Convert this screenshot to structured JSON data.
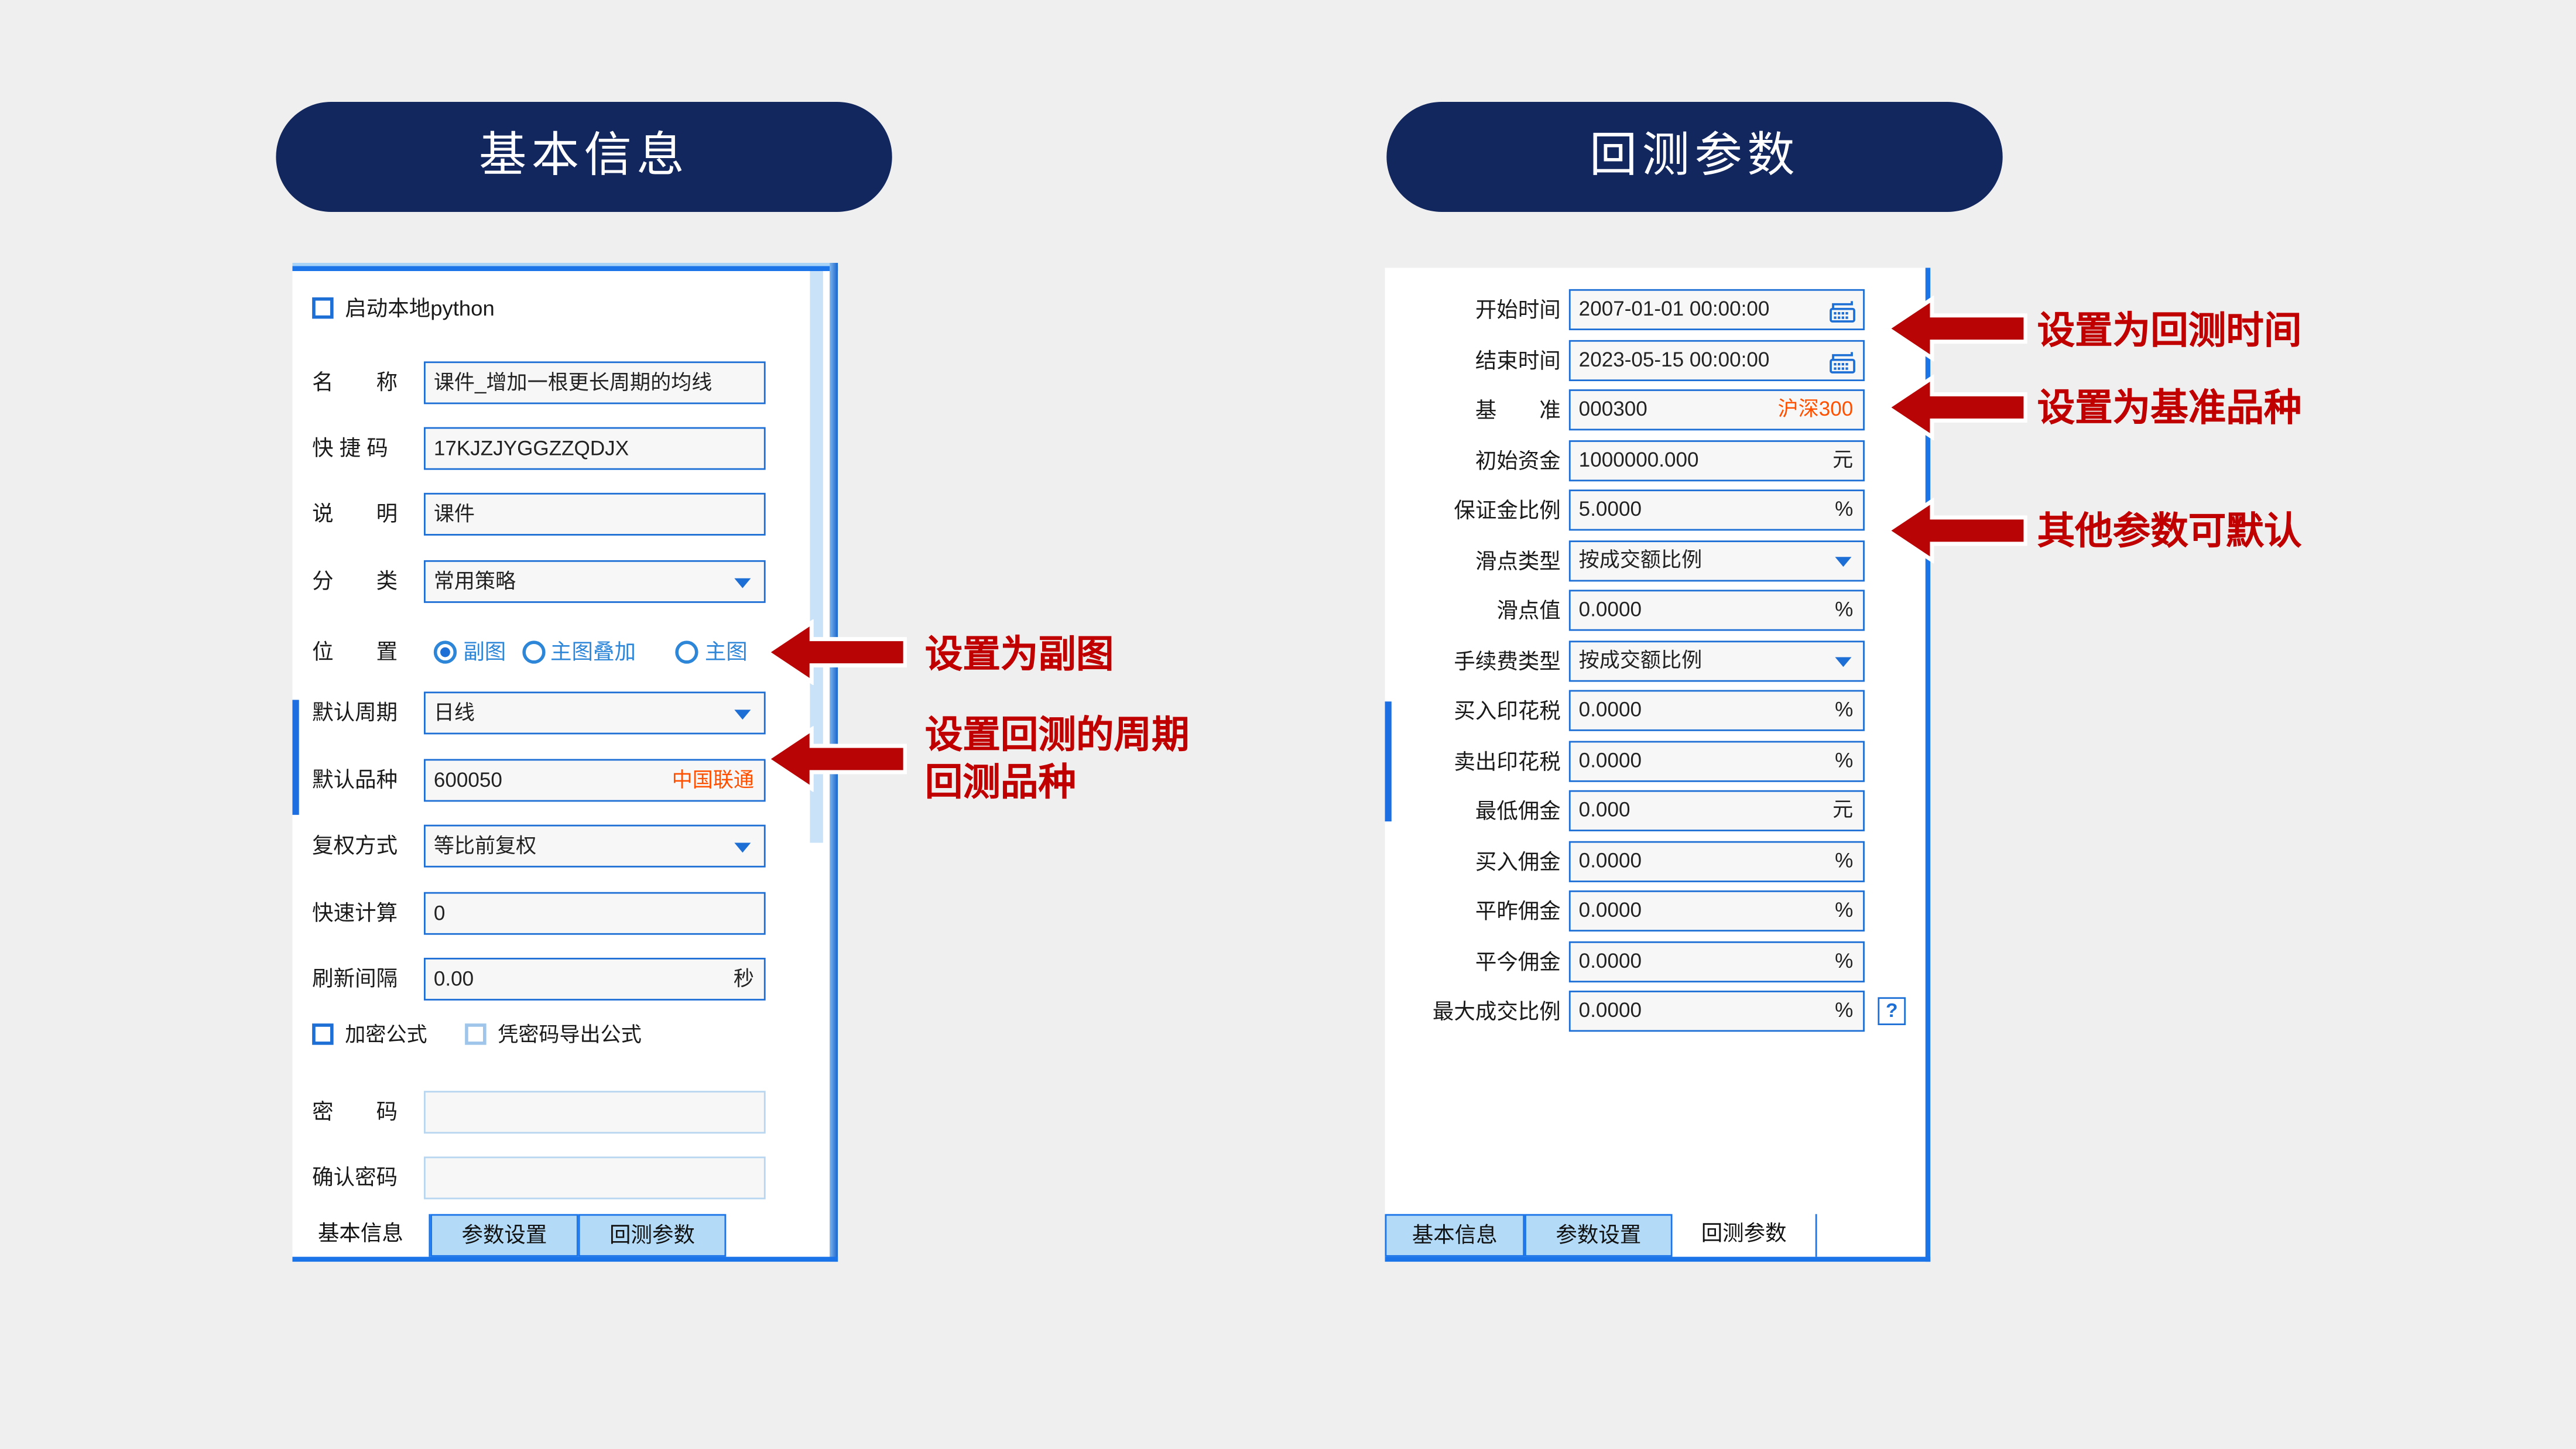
{
  "colors": {
    "background": "#EFEFEF",
    "title_navy": "#13275F",
    "accent_blue": "#1E6FD5",
    "tab_inactive_blue": "#B3DBF7",
    "annotation_red": "#C00000",
    "arrow_red": "#B80404",
    "symbol_orange": "#FF5000"
  },
  "left": {
    "title": "基本信息",
    "python_check_label": "启动本地python",
    "rows": {
      "name": {
        "label": "名　　称",
        "value": "课件_增加一根更长周期的均线"
      },
      "shortcut": {
        "label": "快 捷 码",
        "value": "17KJZJYGGZZQDJX"
      },
      "desc": {
        "label": "说　　明",
        "value": "课件"
      },
      "category": {
        "label": "分　　类",
        "value": "常用策略"
      },
      "position": {
        "label": "位　　置",
        "options": [
          {
            "label": "副图",
            "selected": true
          },
          {
            "label": "主图叠加",
            "selected": false
          },
          {
            "label": "主图",
            "selected": false
          }
        ]
      },
      "default_period": {
        "label": "默认周期",
        "value": "日线"
      },
      "default_symbol": {
        "label": "默认品种",
        "value": "600050",
        "suffix": "中国联通"
      },
      "adjust_mode": {
        "label": "复权方式",
        "value": "等比前复权"
      },
      "quick_calc": {
        "label": "快速计算",
        "value": "0"
      },
      "refresh_interval": {
        "label": "刷新间隔",
        "value": "0.00",
        "unit": "秒"
      },
      "encrypt_check_label": "加密公式",
      "export_check_label": "凭密码导出公式",
      "password": {
        "label": "密　　码",
        "value": ""
      },
      "confirm_password": {
        "label": "确认密码",
        "value": ""
      }
    },
    "tabs": [
      {
        "label": "基本信息",
        "active": true
      },
      {
        "label": "参数设置",
        "active": false
      },
      {
        "label": "回测参数",
        "active": false
      }
    ],
    "annotations": {
      "position_note": "设置为副图",
      "period_note_line1": "设置回测的周期",
      "period_note_line2": "回测品种"
    }
  },
  "right": {
    "title": "回测参数",
    "rows": [
      {
        "label": "开始时间",
        "value": "2007-01-01 00:00:00",
        "icon": "keyboard"
      },
      {
        "label": "结束时间",
        "value": "2023-05-15 00:00:00",
        "icon": "keyboard"
      },
      {
        "label": "基　　准",
        "value": "000300",
        "suffix": "沪深300"
      },
      {
        "label": "初始资金",
        "value": "1000000.000",
        "unit": "元"
      },
      {
        "label": "保证金比例",
        "value": "5.0000",
        "unit": "%"
      },
      {
        "label": "滑点类型",
        "value": "按成交额比例",
        "type": "select"
      },
      {
        "label": "滑点值",
        "value": "0.0000",
        "unit": "%"
      },
      {
        "label": "手续费类型",
        "value": "按成交额比例",
        "type": "select"
      },
      {
        "label": "买入印花税",
        "value": "0.0000",
        "unit": "%"
      },
      {
        "label": "卖出印花税",
        "value": "0.0000",
        "unit": "%"
      },
      {
        "label": "最低佣金",
        "value": "0.000",
        "unit": "元"
      },
      {
        "label": "买入佣金",
        "value": "0.0000",
        "unit": "%"
      },
      {
        "label": "平昨佣金",
        "value": "0.0000",
        "unit": "%"
      },
      {
        "label": "平今佣金",
        "value": "0.0000",
        "unit": "%"
      },
      {
        "label": "最大成交比例",
        "value": "0.0000",
        "unit": "%"
      }
    ],
    "help_label": "?",
    "tabs": [
      {
        "label": "基本信息",
        "active": false
      },
      {
        "label": "参数设置",
        "active": false
      },
      {
        "label": "回测参数",
        "active": true
      }
    ],
    "annotations": [
      "设置为回测时间",
      "设置为基准品种",
      "其他参数可默认"
    ]
  }
}
